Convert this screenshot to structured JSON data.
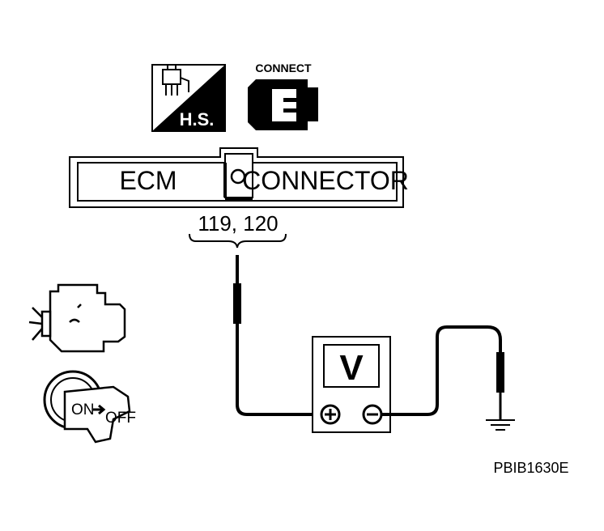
{
  "icons": {
    "hs_label": "H.S.",
    "connect_label": "CONNECT",
    "harness_side_icon": "harness-side-icon",
    "connect_icon": "connector-plug-icon",
    "engine_icon": "engine-icon",
    "ignition_icon": "ignition-key-icon",
    "ground_icon": "ground-icon"
  },
  "connector": {
    "left_label": "ECM",
    "right_label": "CONNECTOR",
    "pins": "119, 120"
  },
  "voltmeter": {
    "label": "V",
    "positive": "+",
    "negative": "−"
  },
  "ignition": {
    "label_on": "ON",
    "label_off": "OFF"
  },
  "figure_code": "PBIB1630E",
  "colors": {
    "line": "#000000",
    "background": "#ffffff"
  }
}
